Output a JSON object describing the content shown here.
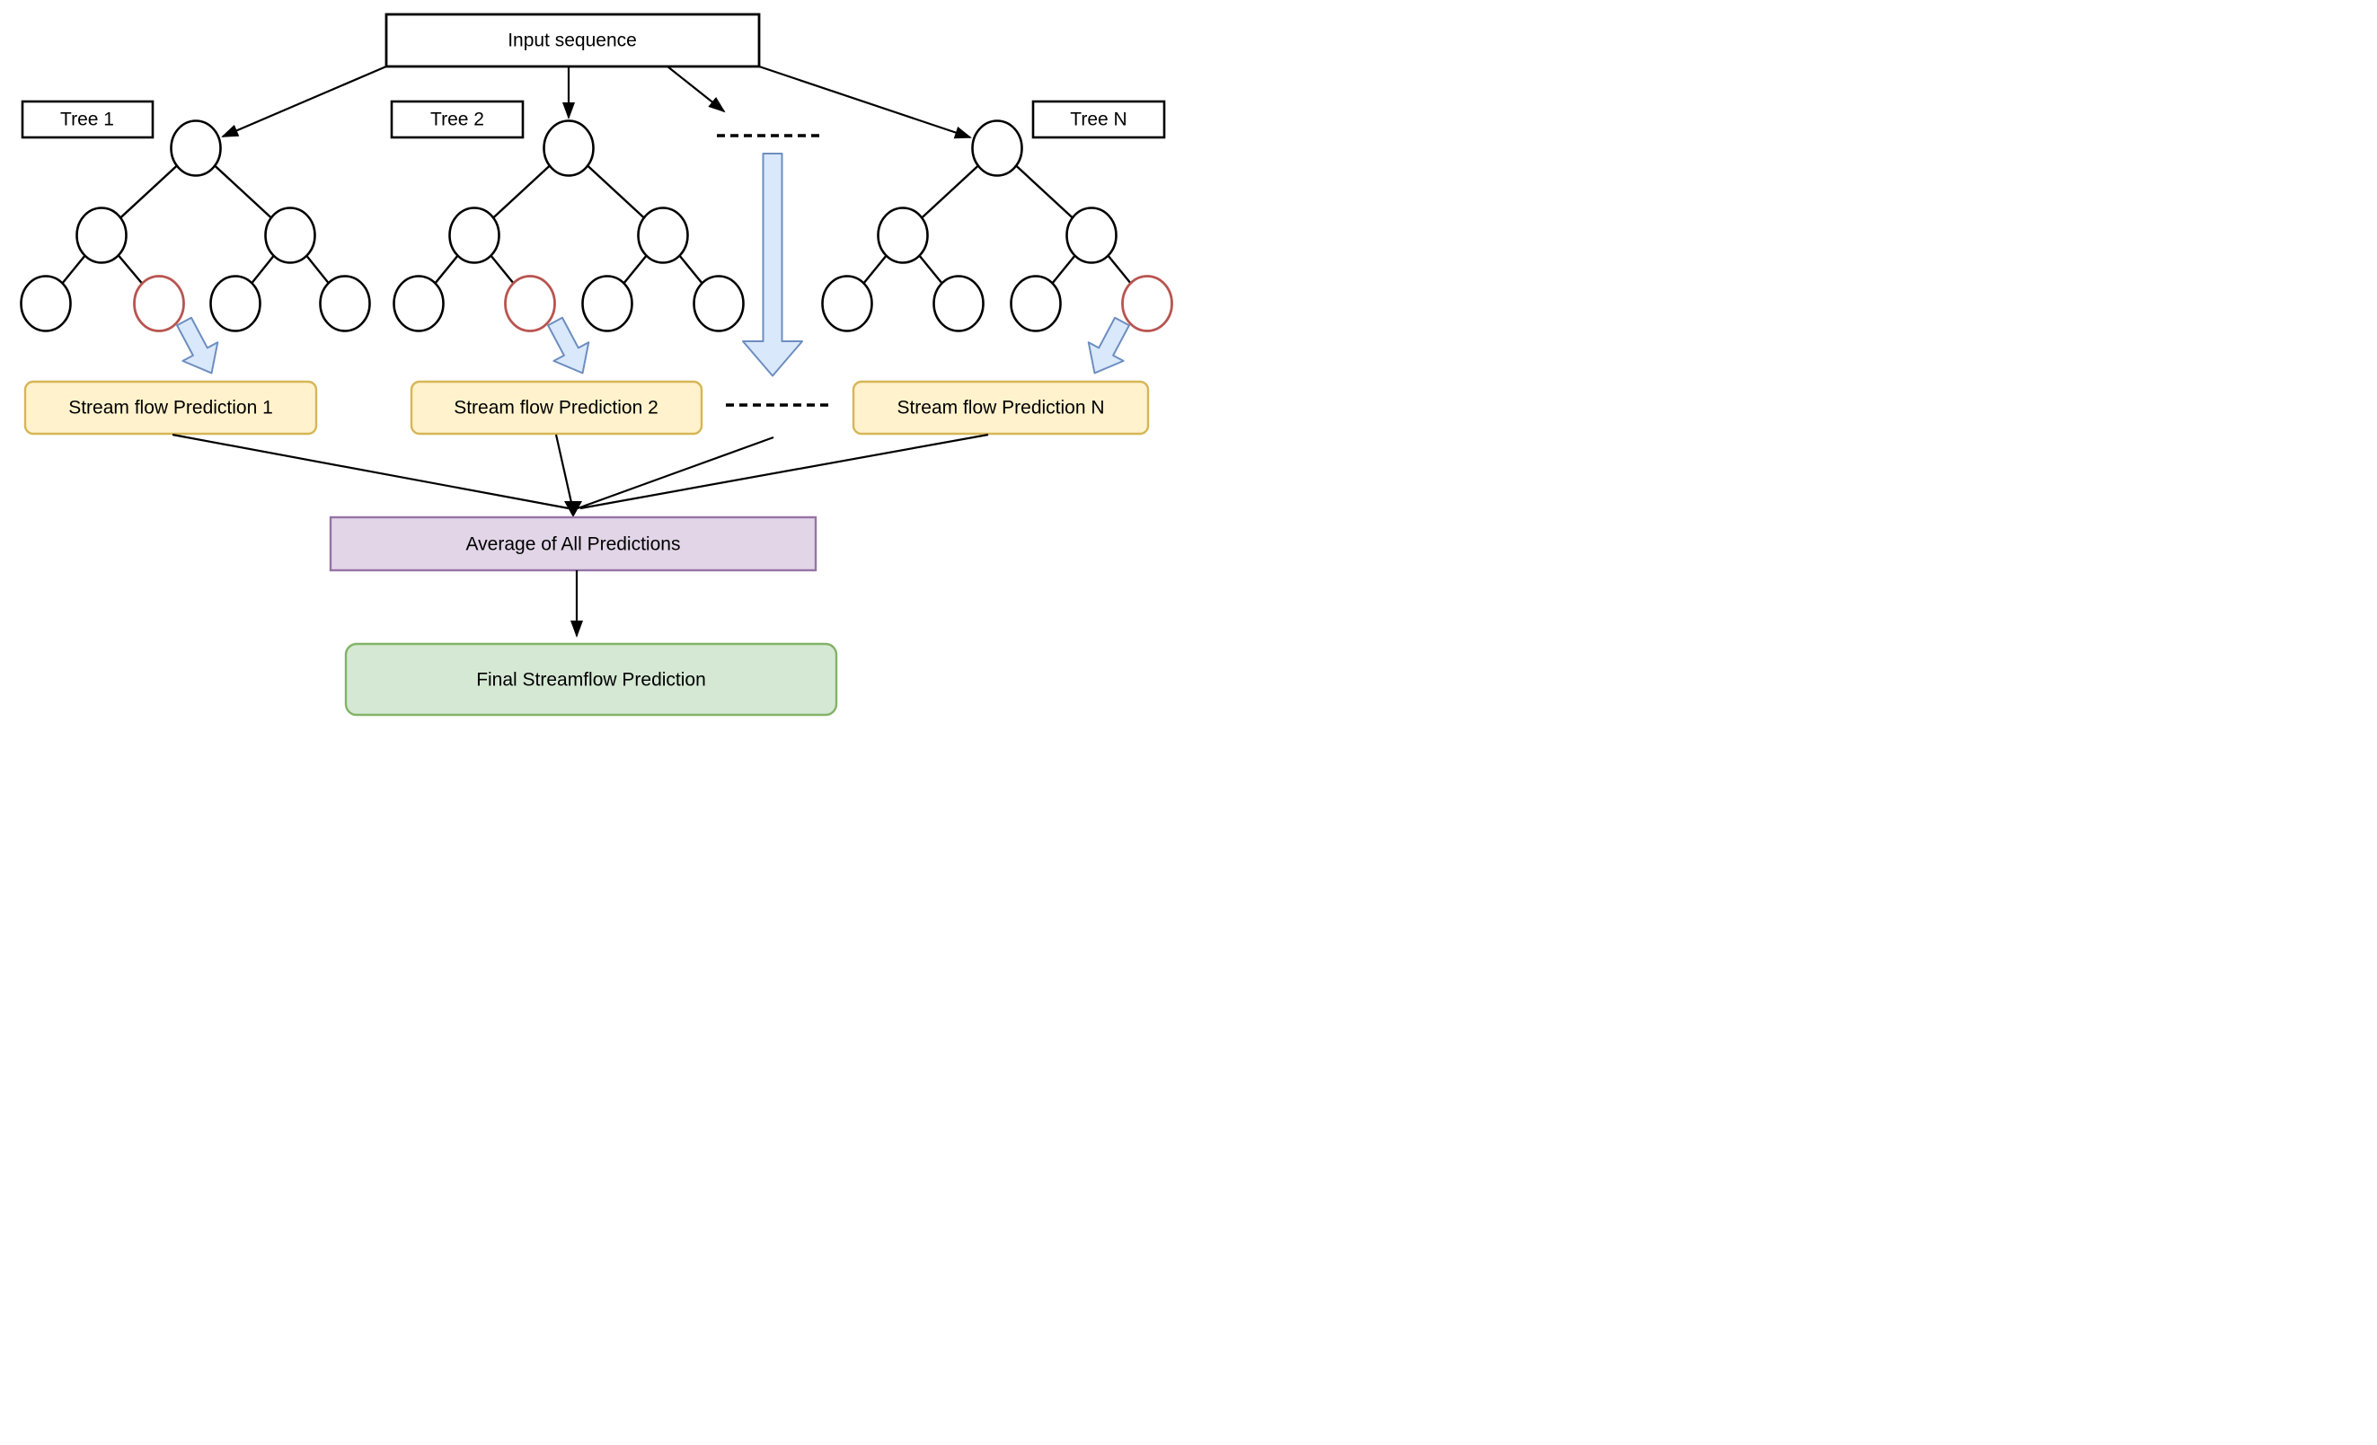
{
  "diagram": {
    "input_label": "Input sequence",
    "trees": [
      {
        "label": "Tree 1",
        "prediction_label": "Stream flow Prediction 1",
        "highlighted_leaf_index": 1
      },
      {
        "label": "Tree 2",
        "prediction_label": "Stream flow Prediction 2",
        "highlighted_leaf_index": 1
      },
      {
        "label": "Tree N",
        "prediction_label": "Stream flow Prediction N",
        "highlighted_leaf_index": 3
      }
    ],
    "average_label": "Average of All Predictions",
    "final_label": "Final Streamflow Prediction",
    "colors": {
      "node_fill": "#ffffff",
      "node_stroke": "#000000",
      "highlight_node_fill": "#f8cecc",
      "highlight_node_stroke": "#b85450",
      "flow_arrow_fill": "#dae8fc",
      "flow_arrow_stroke": "#6c8ebf",
      "prediction_box_fill": "#fff2cc",
      "prediction_box_stroke": "#d6b656",
      "average_box_fill": "#e1d5e7",
      "average_box_stroke": "#9673a6",
      "final_box_fill": "#d5e8d4",
      "final_box_stroke": "#82b366",
      "line_color": "#000000"
    }
  }
}
